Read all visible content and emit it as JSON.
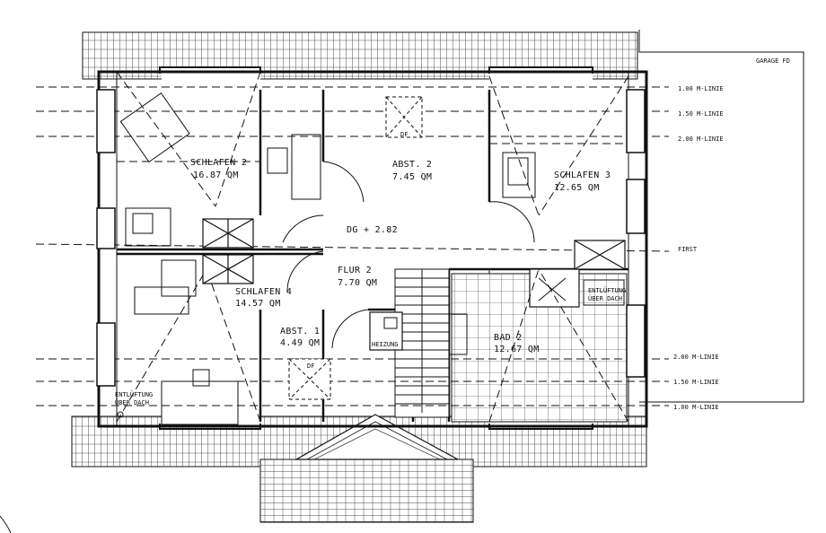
{
  "rooms": {
    "schlafen2": {
      "name": "SCHLAFEN 2",
      "area": "16.87 QM"
    },
    "abst2": {
      "name": "ABST. 2",
      "area": "7.45 QM"
    },
    "schlafen3": {
      "name": "SCHLAFEN 3",
      "area": "12.65 QM"
    },
    "dg": {
      "label": "DG + 2.82"
    },
    "flur2": {
      "name": "FLUR 2",
      "area": "7.70 QM"
    },
    "schlafen4": {
      "name": "SCHLAFEN 4",
      "area": "14.57 QM"
    },
    "abst1": {
      "name": "ABST. 1",
      "area": "4.49 QM"
    },
    "bad2": {
      "name": "BAD 2",
      "area": "12.67 QM"
    }
  },
  "labels": {
    "garage": "GARAGE FD",
    "heizung": "HEIZUNG",
    "df_top": "DF",
    "df_bottom": "DF",
    "entl_left_1": "ENTLÜFTUNG",
    "entl_left_2": "ÜBER DACH",
    "entl_right_1": "ENTLÜFTUNG",
    "entl_right_2": "ÜBER DACH"
  },
  "lines": {
    "top_100": "1.00 M-LINIE",
    "top_150": "1.50 M-LINIE",
    "top_200": "2.00 M-LINIE",
    "first": "FIRST",
    "bot_200": "2.00 M-LINIE",
    "bot_150": "1.50 M-LINIE",
    "bot_100": "1.00 M-LINIE"
  },
  "colors": {
    "ink": "#111111",
    "paper": "#ffffff"
  }
}
